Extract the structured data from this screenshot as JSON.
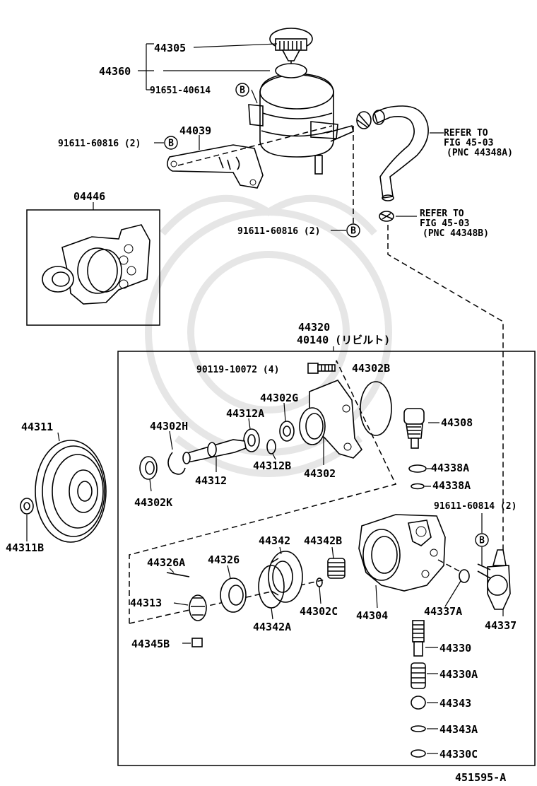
{
  "diagram": {
    "figure_id": "451595-A",
    "labels": {
      "p44305": "44305",
      "p44360": "44360",
      "p91651": "91651-40614",
      "p44039": "44039",
      "p91611_a": "91611-60816 (2)",
      "refer1_a": "REFER TO",
      "refer1_b": "FIG 45-03",
      "refer1_c": "(PNC 44348A)",
      "p04446": "04446",
      "refer2_a": "REFER TO",
      "refer2_b": "FIG 45-03",
      "refer2_c": "(PNC 44348B)",
      "p91611_b": "91611-60816 (2)",
      "p44320": "44320",
      "p40140": "40140 (リビルト)",
      "p90119": "90119-10072 (4)",
      "p44302B": "44302B",
      "p44302G": "44302G",
      "p44312A": "44312A",
      "p44302H": "44302H",
      "p44308": "44308",
      "p44311": "44311",
      "p44312B": "44312B",
      "p44302": "44302",
      "p44312": "44312",
      "p44338A_1": "44338A",
      "p44338A_2": "44338A",
      "p44302K": "44302K",
      "p91611_c": "91611-60814 (2)",
      "p44311B": "44311B",
      "p44342": "44342",
      "p44342B": "44342B",
      "p44326A": "44326A",
      "p44326": "44326",
      "p44313": "44313",
      "p44302C": "44302C",
      "p44304": "44304",
      "p44337A": "44337A",
      "p44337": "44337",
      "p44342A": "44342A",
      "p44345B": "44345B",
      "p44330": "44330",
      "p44330A": "44330A",
      "p44343": "44343",
      "p44343A": "44343A",
      "p44330C": "44330C",
      "circ_b": "B"
    }
  }
}
